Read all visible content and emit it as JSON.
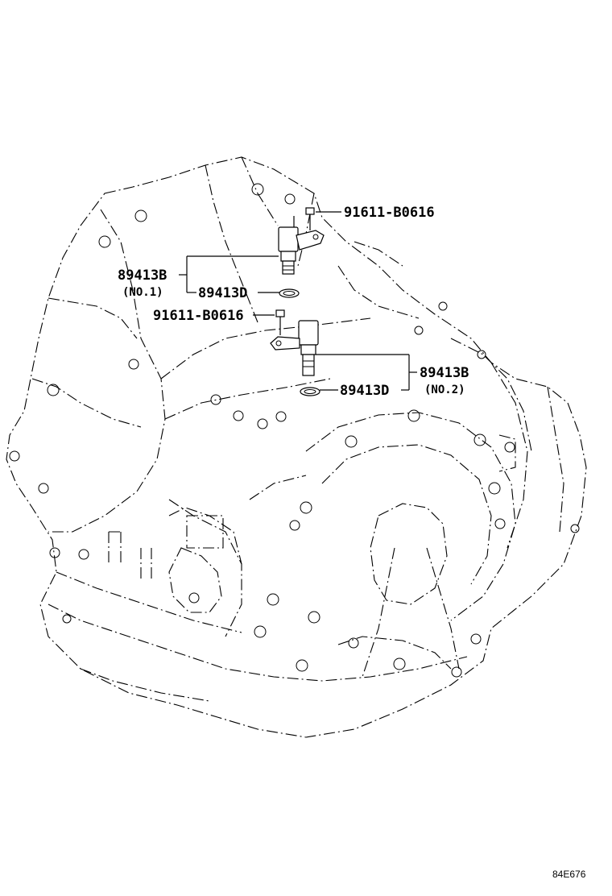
{
  "labels": {
    "bolt_top": "91611-B0616",
    "bolt_mid": "91611-B0616",
    "sensor1_part": "89413B",
    "sensor1_sub": "(NO.1)",
    "sensor1_ring": "89413D",
    "sensor2_part": "89413B",
    "sensor2_sub": "(NO.2)",
    "sensor2_ring": "89413D"
  },
  "diagram_code": "84E676"
}
